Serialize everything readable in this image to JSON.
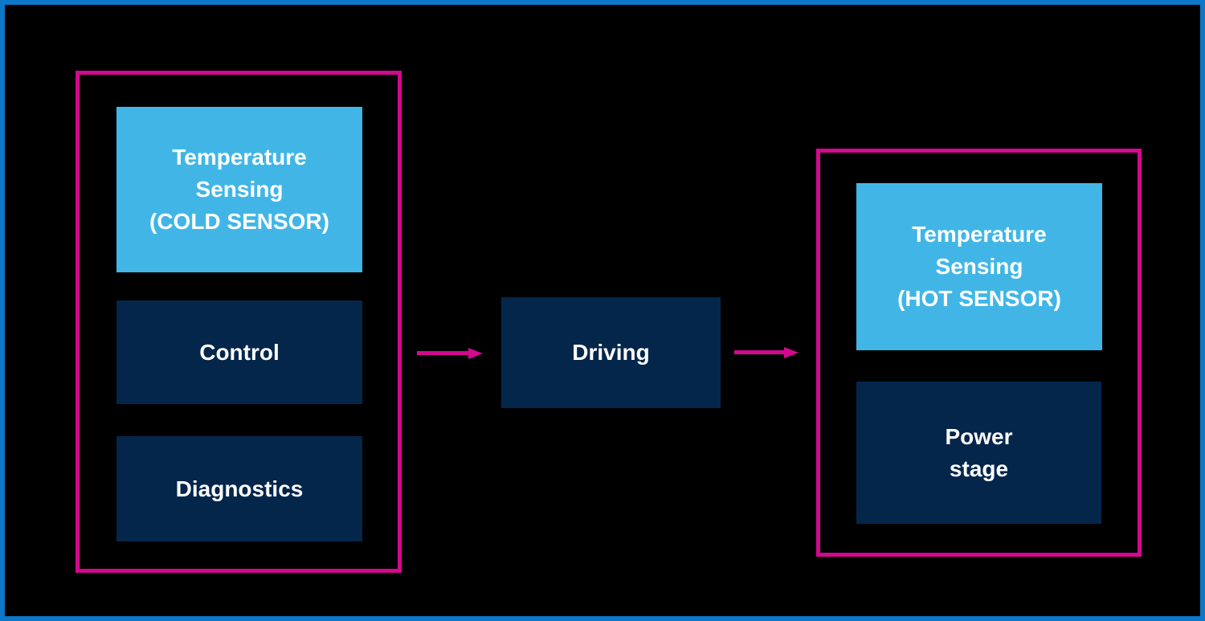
{
  "colors": {
    "background": "#000000",
    "frame_blue": "#0d78c8",
    "group_magenta": "#d2098e",
    "block_light_blue": "#41b6e6",
    "block_navy": "#05264b",
    "text": "#ffffff"
  },
  "blocks": {
    "cold_sensor": {
      "lines": [
        "Temperature",
        "Sensing",
        "(COLD SENSOR)"
      ]
    },
    "control": {
      "lines": [
        "Control"
      ]
    },
    "diagnostics": {
      "lines": [
        "Diagnostics"
      ]
    },
    "driving": {
      "lines": [
        "Driving"
      ]
    },
    "hot_sensor": {
      "lines": [
        "Temperature",
        "Sensing",
        "(HOT SENSOR)"
      ]
    },
    "power_stage": {
      "lines": [
        "Power",
        "stage"
      ]
    }
  },
  "arrows": [
    {
      "name": "left-group-to-driving",
      "direction": "right"
    },
    {
      "name": "driving-to-right-group",
      "direction": "right"
    }
  ]
}
